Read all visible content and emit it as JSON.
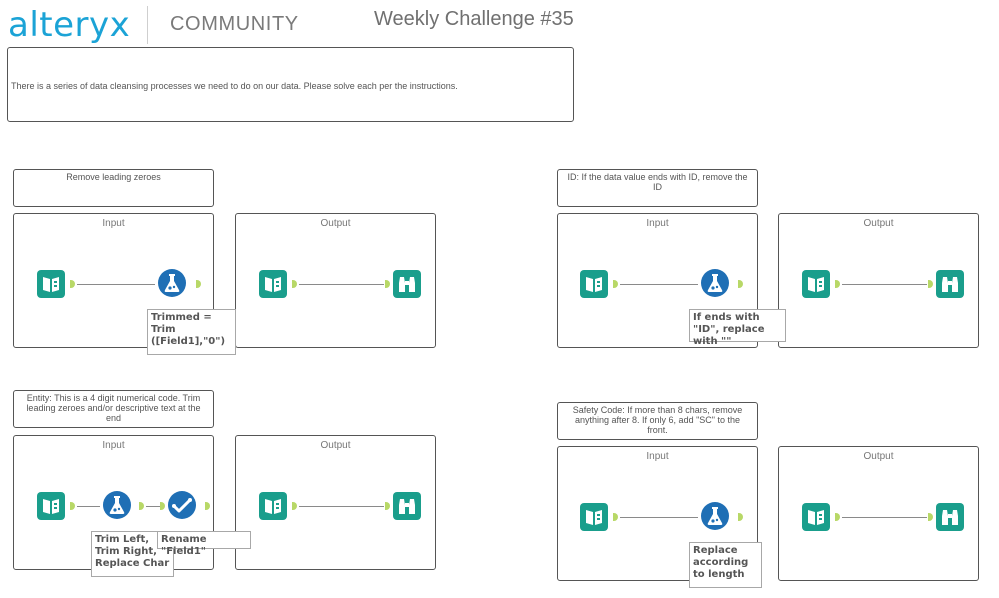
{
  "header": {
    "brand": "alteryx",
    "community": "COMMUNITY",
    "challenge_title": "Weekly Challenge #35"
  },
  "intro": {
    "text": "There is a series of data cleansing processes we need to do on our data. Please solve each per the instructions."
  },
  "sections": {
    "leading_zeroes": {
      "comment": "Remove leading zeroes",
      "input_label": "Input",
      "output_label": "Output",
      "formula_annotation": "Trimmed = Trim ([Field1],\"0\")"
    },
    "id": {
      "comment": "ID: If the data value ends with ID, remove the ID",
      "input_label": "Input",
      "output_label": "Output",
      "formula_annotation": "If ends with \"ID\", replace with \"\""
    },
    "entity": {
      "comment": "Entity: This is a 4 digit numerical code. Trim leading zeroes and/or descriptive text at the end",
      "input_label": "Input",
      "output_label": "Output",
      "formula_annotation": "Trim Left, Trim Right, Replace Char",
      "select_annotation": "Rename \"Field1\""
    },
    "safety_code": {
      "comment": "Safety Code: If more than 8 chars, remove anything after 8. If only 6, add \"SC\" to the front.",
      "input_label": "Input",
      "output_label": "Output",
      "formula_annotation": "Replace according to length"
    }
  },
  "colors": {
    "brand": "#1ba3d6",
    "tool_teal": "#1a9e8c",
    "formula_blue": "#1f6fb5",
    "anchor_green": "#b8d867"
  },
  "icons": {
    "input": "book-input-icon",
    "formula": "flask-formula-icon",
    "select": "check-select-icon",
    "browse": "binoculars-browse-icon"
  }
}
